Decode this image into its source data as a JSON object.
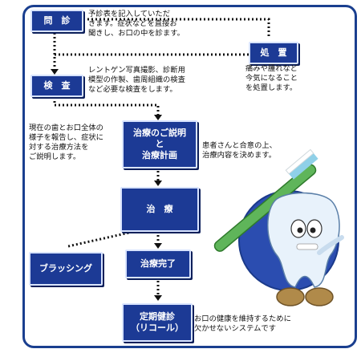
{
  "steps": {
    "monshin": "問　診",
    "kensa": "検　査",
    "shochi": "処　置",
    "setsumei_line1": "治療のご説明",
    "setsumei_line2": "と",
    "setsumei_line3": "治療計画",
    "chiryo": "治　療",
    "brushing": "ブラッシング",
    "kanryo": "治療完了",
    "teiki_line1": "定期健診",
    "teiki_line2": "（リコール）"
  },
  "notes": {
    "monshin": "予診表を記入していただ\nきます。症状などを直接お\n聞きし、お口の中を診ます。",
    "shochi": "痛みや腫れなど\n今気になること\nを処置します。",
    "kensa": "レントゲン写真撮影、診断用\n模型の作製、歯周組織の検査\nなど必要な検査をします。",
    "setsumei_left": "現在の歯とお口全体の\n様子を報告し、症状に\n対する治療方法を\nご説明します。",
    "setsumei_right": "患者さんと合意の上、\n治療内容を決めます。",
    "teiki": "お口の健康を維持するために\n欠かせないシステムです"
  }
}
